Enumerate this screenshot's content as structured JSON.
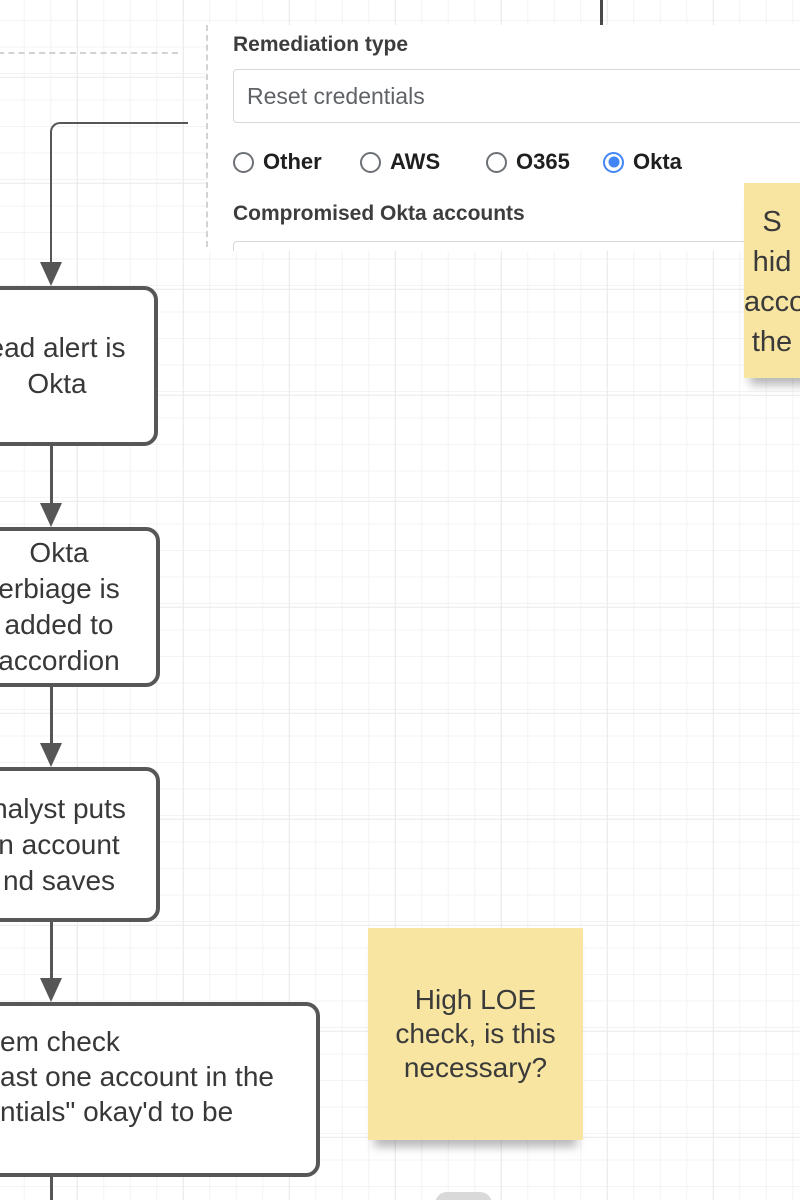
{
  "canvas": {
    "type": "diagram-editor-canvas",
    "grid_minor_color": "#f3f3f5",
    "grid_major_color": "#e9e9ec"
  },
  "form_mockup": {
    "remediation_label": "Remediation type",
    "remediation_value": "Reset credentials",
    "radios": [
      {
        "label": "Other",
        "selected": false
      },
      {
        "label": "AWS",
        "selected": false
      },
      {
        "label": "O365",
        "selected": false
      },
      {
        "label": "Okta",
        "selected": true
      }
    ],
    "accounts_label": "Compromised Okta accounts",
    "accounts_value": ""
  },
  "flowchart": {
    "boxes": [
      {
        "text": "ead alert is\nOkta"
      },
      {
        "text": "Okta\nerbiage is\nadded to\naccordion"
      },
      {
        "text": "nalyst puts\nn account\nnd saves"
      },
      {
        "text": "em check\nast one account in the\nntials\" okay'd to be"
      }
    ],
    "connector_color": "#565656",
    "box_border_color": "#575757"
  },
  "sticky_notes": [
    {
      "text": "High LOE\ncheck, is this\nnecessary?",
      "color": "#f7e5a1"
    },
    {
      "text": "S\nhid\nacco\nthe",
      "color": "#f7e5a1"
    }
  ],
  "colors": {
    "radio_selected_blue": "#4285f4",
    "sticky_yellow": "#f7e5a1",
    "text_dark": "#383838",
    "pill_gray": "#d9d9d9"
  }
}
